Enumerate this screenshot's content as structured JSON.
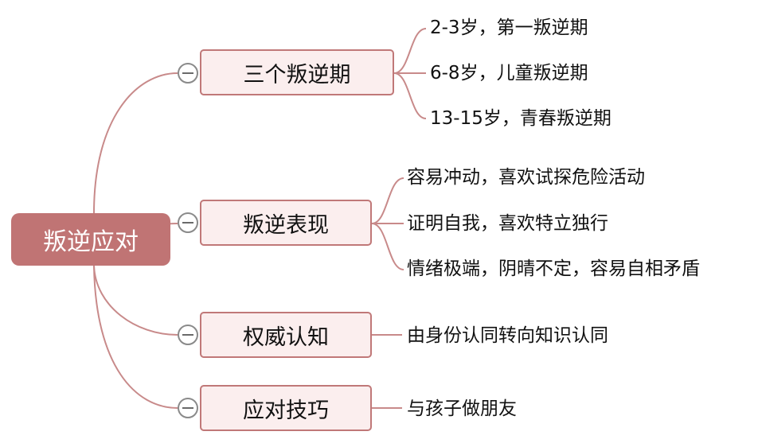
{
  "root": {
    "label": "叛逆应对"
  },
  "branches": [
    {
      "label": "三个叛逆期",
      "children": [
        "2-3岁，第一叛逆期",
        "6-8岁，儿童叛逆期",
        "13-15岁，青春叛逆期"
      ]
    },
    {
      "label": "叛逆表现",
      "children": [
        "容易冲动，喜欢试探危险活动",
        "证明自我，喜欢特立独行",
        "情绪极端，阴晴不定，容易自相矛盾"
      ]
    },
    {
      "label": "权威认知",
      "children": [
        "由身份认同转向知识认同"
      ]
    },
    {
      "label": "应对技巧",
      "children": [
        "与孩子做朋友"
      ]
    }
  ],
  "colors": {
    "root": "#c07474",
    "branch_border": "#c07878",
    "branch_fill": "#fbeeee",
    "link": "#c88a8a"
  }
}
